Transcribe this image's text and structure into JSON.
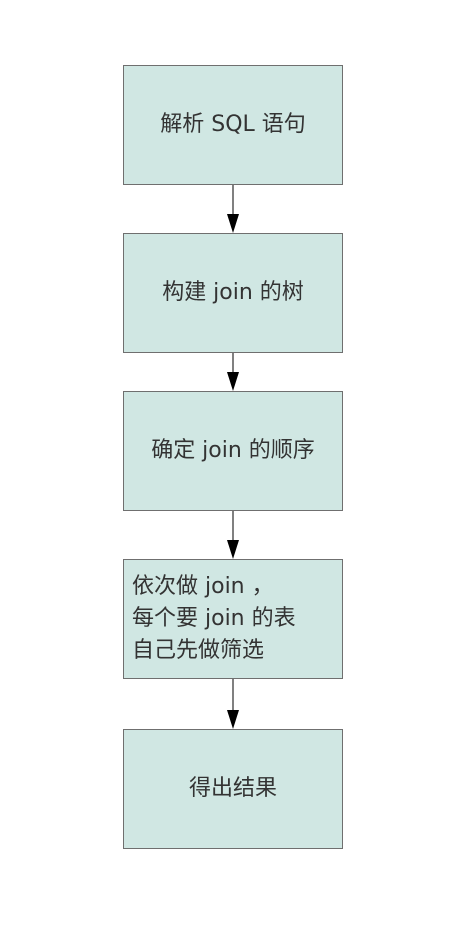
{
  "diagram": {
    "nodes": [
      {
        "id": "step-1",
        "lines": [
          "解析 SQL 语句"
        ]
      },
      {
        "id": "step-2",
        "lines": [
          "构建 join 的树"
        ]
      },
      {
        "id": "step-3",
        "lines": [
          "确定 join 的顺序"
        ]
      },
      {
        "id": "step-4",
        "lines": [
          "依次做 join ，",
          "每个要 join 的表",
          "自己先做筛选"
        ]
      },
      {
        "id": "step-5",
        "lines": [
          "得出结果"
        ]
      }
    ],
    "edges": [
      {
        "from": "step-1",
        "to": "step-2"
      },
      {
        "from": "step-2",
        "to": "step-3"
      },
      {
        "from": "step-3",
        "to": "step-4"
      },
      {
        "from": "step-4",
        "to": "step-5"
      }
    ],
    "colors": {
      "node_fill": "#d0e7e3",
      "node_border": "#6f6f6f",
      "arrow": "#000000",
      "text": "#333333"
    }
  }
}
